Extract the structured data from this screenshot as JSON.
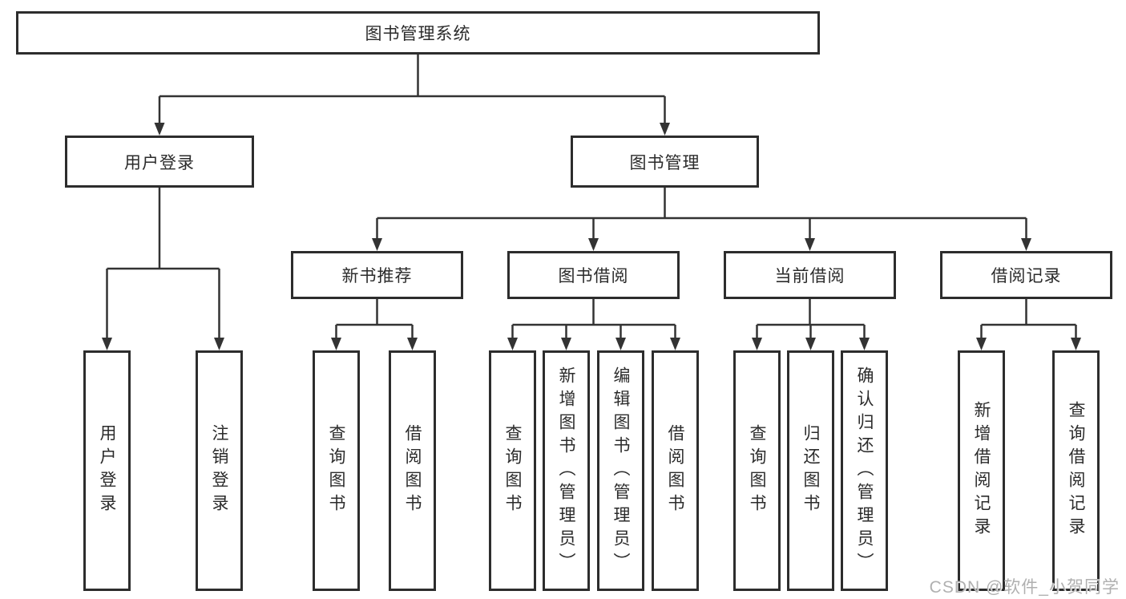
{
  "tree": {
    "label": "图书管理系统",
    "children": [
      {
        "label": "用户登录",
        "children": [
          {
            "label": "用户登录"
          },
          {
            "label": "注销登录"
          }
        ]
      },
      {
        "label": "图书管理",
        "children": [
          {
            "label": "新书推荐",
            "children": [
              {
                "label": "查询图书"
              },
              {
                "label": "借阅图书"
              }
            ]
          },
          {
            "label": "图书借阅",
            "children": [
              {
                "label": "查询图书"
              },
              {
                "label": "新增图书（管理员）"
              },
              {
                "label": "编辑图书（管理员）"
              },
              {
                "label": "借阅图书"
              }
            ]
          },
          {
            "label": "当前借阅",
            "children": [
              {
                "label": "查询图书"
              },
              {
                "label": "归还图书"
              },
              {
                "label": "确认归还（管理员）"
              }
            ]
          },
          {
            "label": "借阅记录",
            "children": [
              {
                "label": "新增借阅记录"
              },
              {
                "label": "查询借阅记录"
              }
            ]
          }
        ]
      }
    ]
  },
  "watermark": {
    "text": "CSDN @软件_小贺同学"
  },
  "colors": {
    "line": "#333333",
    "box_border": "#2d2d2d",
    "text": "#2b2b2b",
    "watermark": "#b0b0b0",
    "background": "#ffffff"
  }
}
